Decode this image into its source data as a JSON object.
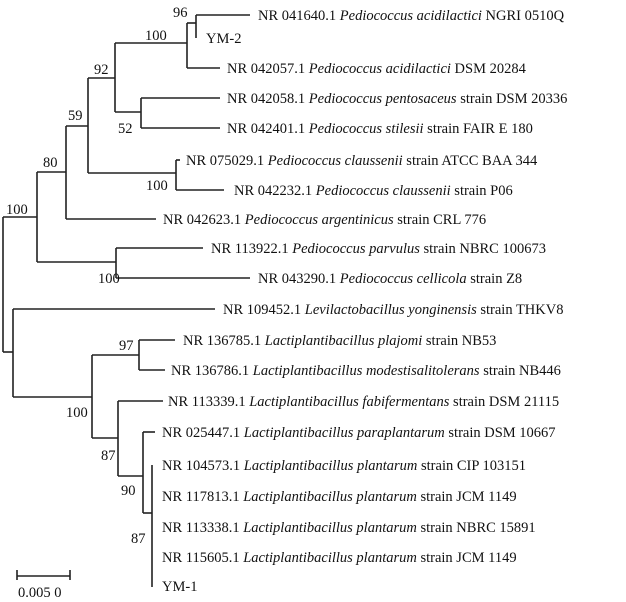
{
  "leaves": [
    {
      "acc": "NR 041640.1",
      "species": "Pediococcus acidilactici",
      "suffix": "NGRI 0510Q"
    },
    {
      "acc": "YM-2",
      "species": "",
      "suffix": ""
    },
    {
      "acc": "NR 042057.1",
      "species": "Pediococcus acidilactici",
      "suffix": "DSM 20284"
    },
    {
      "acc": "NR 042058.1",
      "species": "Pediococcus pentosaceus",
      "suffix": "strain DSM 20336"
    },
    {
      "acc": "NR 042401.1",
      "species": "Pediococcus stilesii",
      "suffix": "strain FAIR E 180"
    },
    {
      "acc": "NR 075029.1",
      "species": "Pediococcus claussenii",
      "suffix": "strain ATCC BAA 344"
    },
    {
      "acc": "NR 042232.1",
      "species": "Pediococcus claussenii",
      "suffix": "strain P06"
    },
    {
      "acc": "NR 042623.1",
      "species": "Pediococcus argentinicus",
      "suffix": "strain CRL 776"
    },
    {
      "acc": "NR 113922.1",
      "species": "Pediococcus parvulus",
      "suffix": "strain NBRC 100673"
    },
    {
      "acc": "NR 043290.1",
      "species": "Pediococcus cellicola",
      "suffix": "strain Z8"
    },
    {
      "acc": "NR 109452.1",
      "species": "Levilactobacillus yonginensis",
      "suffix": "strain THKV8"
    },
    {
      "acc": "NR 136785.1",
      "species": "Lactiplantibacillus plajomi",
      "suffix": "strain NB53"
    },
    {
      "acc": "NR 136786.1",
      "species": "Lactiplantibacillus modestisalitolerans",
      "suffix": "strain NB446"
    },
    {
      "acc": "NR 113339.1",
      "species": "Lactiplantibacillus fabifermentans",
      "suffix": "strain DSM 21115"
    },
    {
      "acc": "NR 025447.1",
      "species": "Lactiplantibacillus paraplantarum",
      "suffix": "strain DSM 10667"
    },
    {
      "acc": "NR 104573.1",
      "species": "Lactiplantibacillus plantarum",
      "suffix": "strain CIP 103151"
    },
    {
      "acc": "NR 117813.1",
      "species": "Lactiplantibacillus plantarum",
      "suffix": "strain JCM 1149"
    },
    {
      "acc": "NR 113338.1",
      "species": "Lactiplantibacillus plantarum",
      "suffix": "strain NBRC 15891"
    },
    {
      "acc": "NR 115605.1",
      "species": "Lactiplantibacillus plantarum",
      "suffix": "strain JCM 1149"
    },
    {
      "acc": "YM-1",
      "species": "",
      "suffix": ""
    }
  ],
  "bootstrap": [
    "96",
    "100",
    "92",
    "52",
    "100",
    "59",
    "80",
    "100",
    "100",
    "97",
    "100",
    "87",
    "90",
    "87"
  ],
  "scale_bar": {
    "label": "0.005 0",
    "value": 0.005
  }
}
